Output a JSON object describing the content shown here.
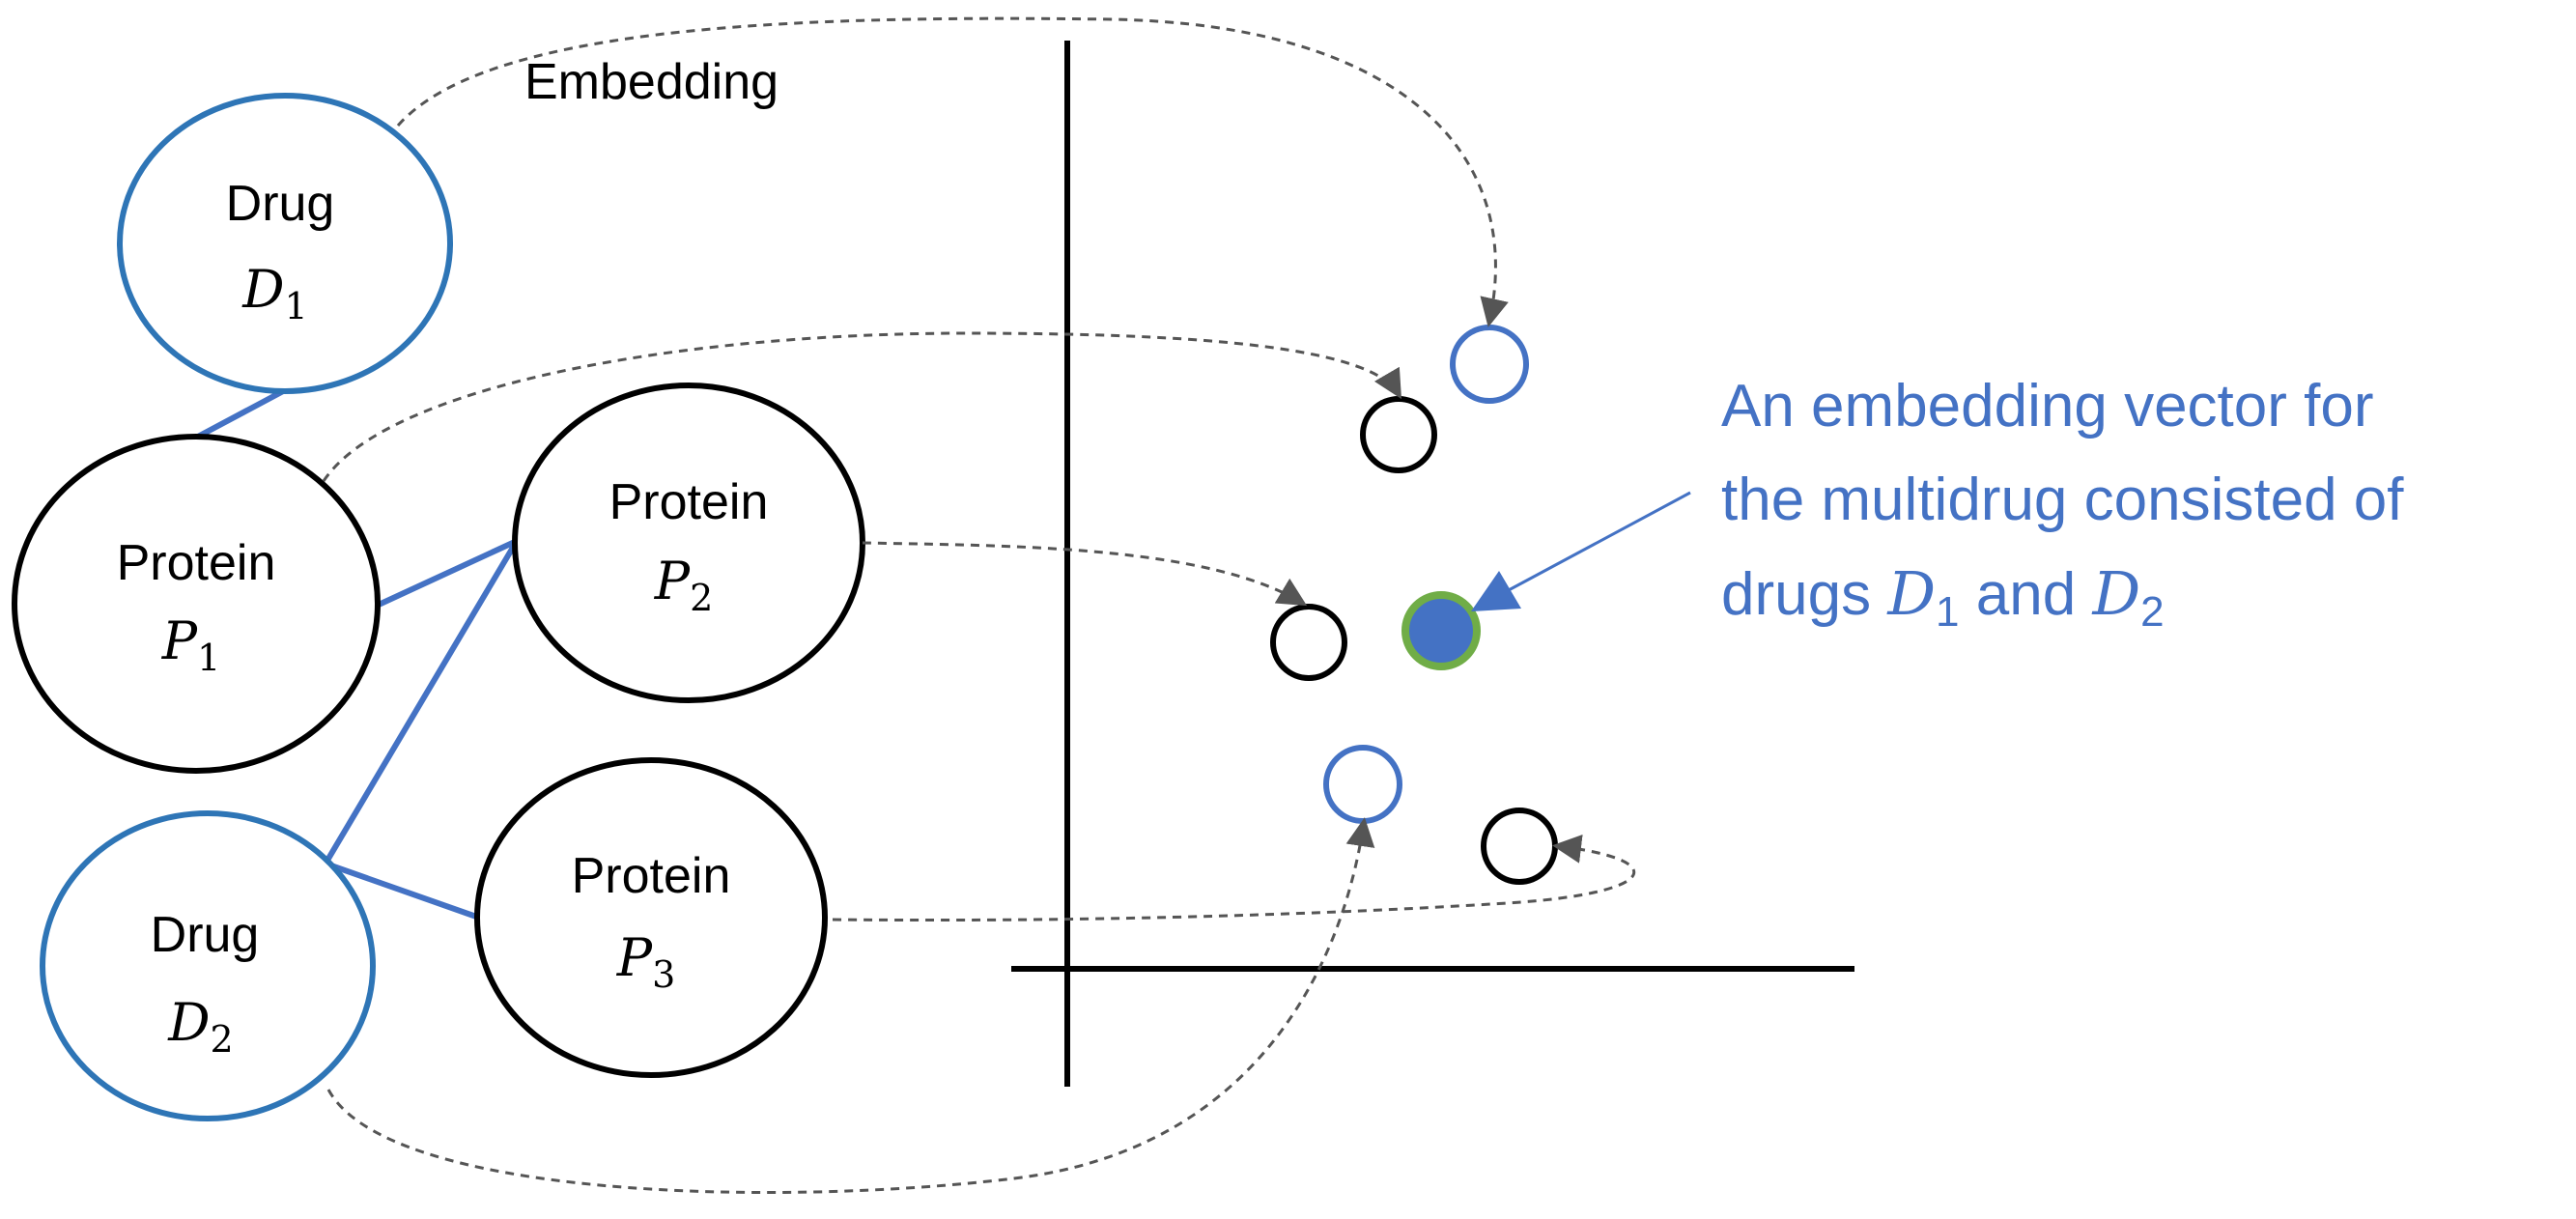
{
  "embedding_label": "Embedding",
  "nodes": {
    "drug1": {
      "word": "Drug",
      "symbol": "D",
      "subscript": "1"
    },
    "drug2": {
      "word": "Drug",
      "symbol": "D",
      "subscript": "2"
    },
    "protein1": {
      "word": "Protein",
      "symbol": "P",
      "subscript": "1"
    },
    "protein2": {
      "word": "Protein",
      "symbol": "P",
      "subscript": "2"
    },
    "protein3": {
      "word": "Protein",
      "symbol": "P",
      "subscript": "3"
    }
  },
  "callout": {
    "line1": "An embedding vector for",
    "line2": "the multidrug consisted of",
    "line3_prefix": "drugs ",
    "sym1": "D",
    "sub1": "1",
    "and": " and ",
    "sym2": "D",
    "sub2": "2"
  },
  "colors": {
    "drug_outline": "#2E75B6",
    "edge": "#4472C4",
    "callout_text": "#4472C4",
    "multidrug_fill": "#4472C4",
    "multidrug_ring": "#70AD47",
    "protein_outline": "#000000",
    "dashed_arrow": "#555555"
  }
}
